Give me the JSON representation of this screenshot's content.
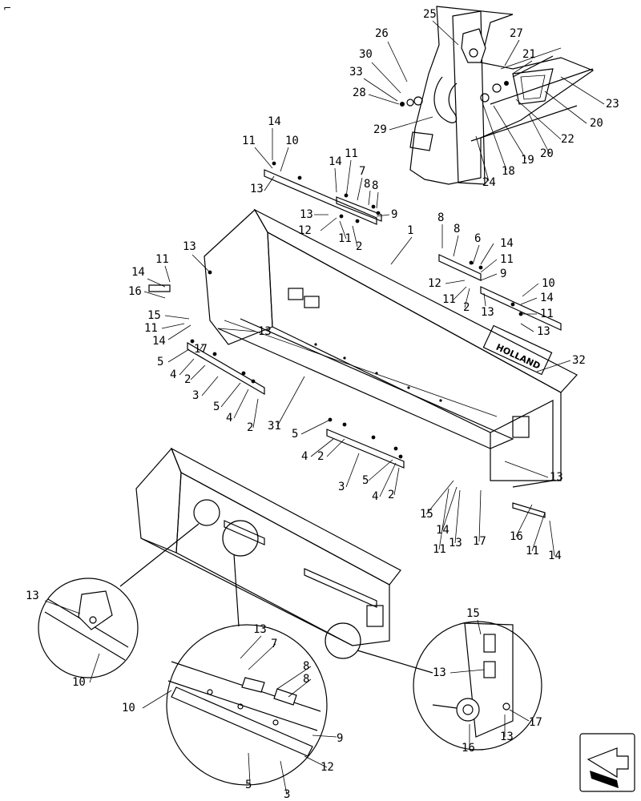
{
  "diagram": {
    "corner_mark": "⌐",
    "decal_text": "HOLLAND",
    "labels": [
      {
        "id": "t-25",
        "text": "25"
      },
      {
        "id": "t-26",
        "text": "26"
      },
      {
        "id": "t-27",
        "text": "27"
      },
      {
        "id": "t-30",
        "text": "30"
      },
      {
        "id": "t-33",
        "text": "33"
      },
      {
        "id": "t-28",
        "text": "28"
      },
      {
        "id": "t-21",
        "text": "21"
      },
      {
        "id": "t-23",
        "text": "23"
      },
      {
        "id": "t-20a",
        "text": "20"
      },
      {
        "id": "t-20b",
        "text": "20"
      },
      {
        "id": "t-22",
        "text": "22"
      },
      {
        "id": "t-29",
        "text": "29"
      },
      {
        "id": "t-19",
        "text": "19"
      },
      {
        "id": "t-18",
        "text": "18"
      },
      {
        "id": "t-24",
        "text": "24"
      },
      {
        "id": "t-14a",
        "text": "14"
      },
      {
        "id": "t-11a",
        "text": "11"
      },
      {
        "id": "t-10a",
        "text": "10"
      },
      {
        "id": "t-13a",
        "text": "13"
      },
      {
        "id": "t-14b",
        "text": "14"
      },
      {
        "id": "t-11b",
        "text": "11"
      },
      {
        "id": "t-7a",
        "text": "7"
      },
      {
        "id": "t-8a",
        "text": "8"
      },
      {
        "id": "t-8b",
        "text": "8"
      },
      {
        "id": "t-13b",
        "text": "13"
      },
      {
        "id": "t-9a",
        "text": "9"
      },
      {
        "id": "t-12a",
        "text": "12"
      },
      {
        "id": "t-11c",
        "text": "11"
      },
      {
        "id": "t-2a",
        "text": "2"
      },
      {
        "id": "t-1",
        "text": "1"
      },
      {
        "id": "t-8c",
        "text": "8"
      },
      {
        "id": "t-8d",
        "text": "8"
      },
      {
        "id": "t-6",
        "text": "6"
      },
      {
        "id": "t-14c",
        "text": "14"
      },
      {
        "id": "t-11d",
        "text": "11"
      },
      {
        "id": "t-9b",
        "text": "9"
      },
      {
        "id": "t-12b",
        "text": "12"
      },
      {
        "id": "t-11e",
        "text": "11"
      },
      {
        "id": "t-2b",
        "text": "2"
      },
      {
        "id": "t-13c",
        "text": "13"
      },
      {
        "id": "t-10b",
        "text": "10"
      },
      {
        "id": "t-14d",
        "text": "14"
      },
      {
        "id": "t-11f",
        "text": "11"
      },
      {
        "id": "t-13d",
        "text": "13"
      },
      {
        "id": "t-13e",
        "text": "13"
      },
      {
        "id": "t-14e",
        "text": "14"
      },
      {
        "id": "t-11g",
        "text": "11"
      },
      {
        "id": "t-16a",
        "text": "16"
      },
      {
        "id": "t-15a",
        "text": "15"
      },
      {
        "id": "t-11h",
        "text": "11"
      },
      {
        "id": "t-14f",
        "text": "14"
      },
      {
        "id": "t-13f",
        "text": "13"
      },
      {
        "id": "t-17a",
        "text": "17"
      },
      {
        "id": "t-5a",
        "text": "5"
      },
      {
        "id": "t-4a",
        "text": "4"
      },
      {
        "id": "t-2c",
        "text": "2"
      },
      {
        "id": "t-3a",
        "text": "3"
      },
      {
        "id": "t-5b",
        "text": "5"
      },
      {
        "id": "t-4b",
        "text": "4"
      },
      {
        "id": "t-2d",
        "text": "2"
      },
      {
        "id": "t-32",
        "text": "32"
      },
      {
        "id": "t-31",
        "text": "31"
      },
      {
        "id": "t-5c",
        "text": "5"
      },
      {
        "id": "t-4c",
        "text": "4"
      },
      {
        "id": "t-2e",
        "text": "2"
      },
      {
        "id": "t-3b",
        "text": "3"
      },
      {
        "id": "t-5d",
        "text": "5"
      },
      {
        "id": "t-4d",
        "text": "4"
      },
      {
        "id": "t-2f",
        "text": "2"
      },
      {
        "id": "t-13g",
        "text": "13"
      },
      {
        "id": "t-15b",
        "text": "15"
      },
      {
        "id": "t-14g",
        "text": "14"
      },
      {
        "id": "t-11i",
        "text": "11"
      },
      {
        "id": "t-13h",
        "text": "13"
      },
      {
        "id": "t-17b",
        "text": "17"
      },
      {
        "id": "t-16b",
        "text": "16"
      },
      {
        "id": "t-11j",
        "text": "11"
      },
      {
        "id": "t-14h",
        "text": "14"
      },
      {
        "id": "t-13i",
        "text": "13"
      },
      {
        "id": "t-10c",
        "text": "10"
      },
      {
        "id": "t-13j",
        "text": "13"
      },
      {
        "id": "t-7b",
        "text": "7"
      },
      {
        "id": "t-8e",
        "text": "8"
      },
      {
        "id": "t-8f",
        "text": "8"
      },
      {
        "id": "t-10d",
        "text": "10"
      },
      {
        "id": "t-9c",
        "text": "9"
      },
      {
        "id": "t-12c",
        "text": "12"
      },
      {
        "id": "t-5e",
        "text": "5"
      },
      {
        "id": "t-3c",
        "text": "3"
      },
      {
        "id": "t-15c",
        "text": "15"
      },
      {
        "id": "t-13k",
        "text": "13"
      },
      {
        "id": "t-17c",
        "text": "17"
      },
      {
        "id": "t-16c",
        "text": "16"
      },
      {
        "id": "t-13l",
        "text": "13"
      }
    ]
  }
}
